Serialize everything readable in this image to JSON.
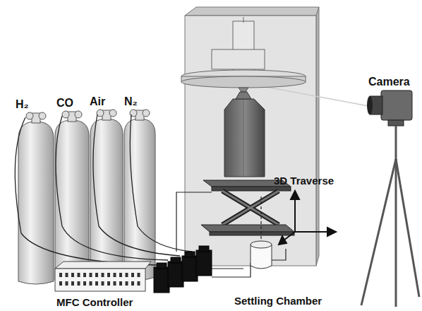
{
  "diagram": {
    "labels": [
      "H₂",
      "CO",
      "Air",
      "N₂",
      "Camera",
      "3D Traverse",
      "MFC Controller",
      "Settling Chamber"
    ]
  }
}
